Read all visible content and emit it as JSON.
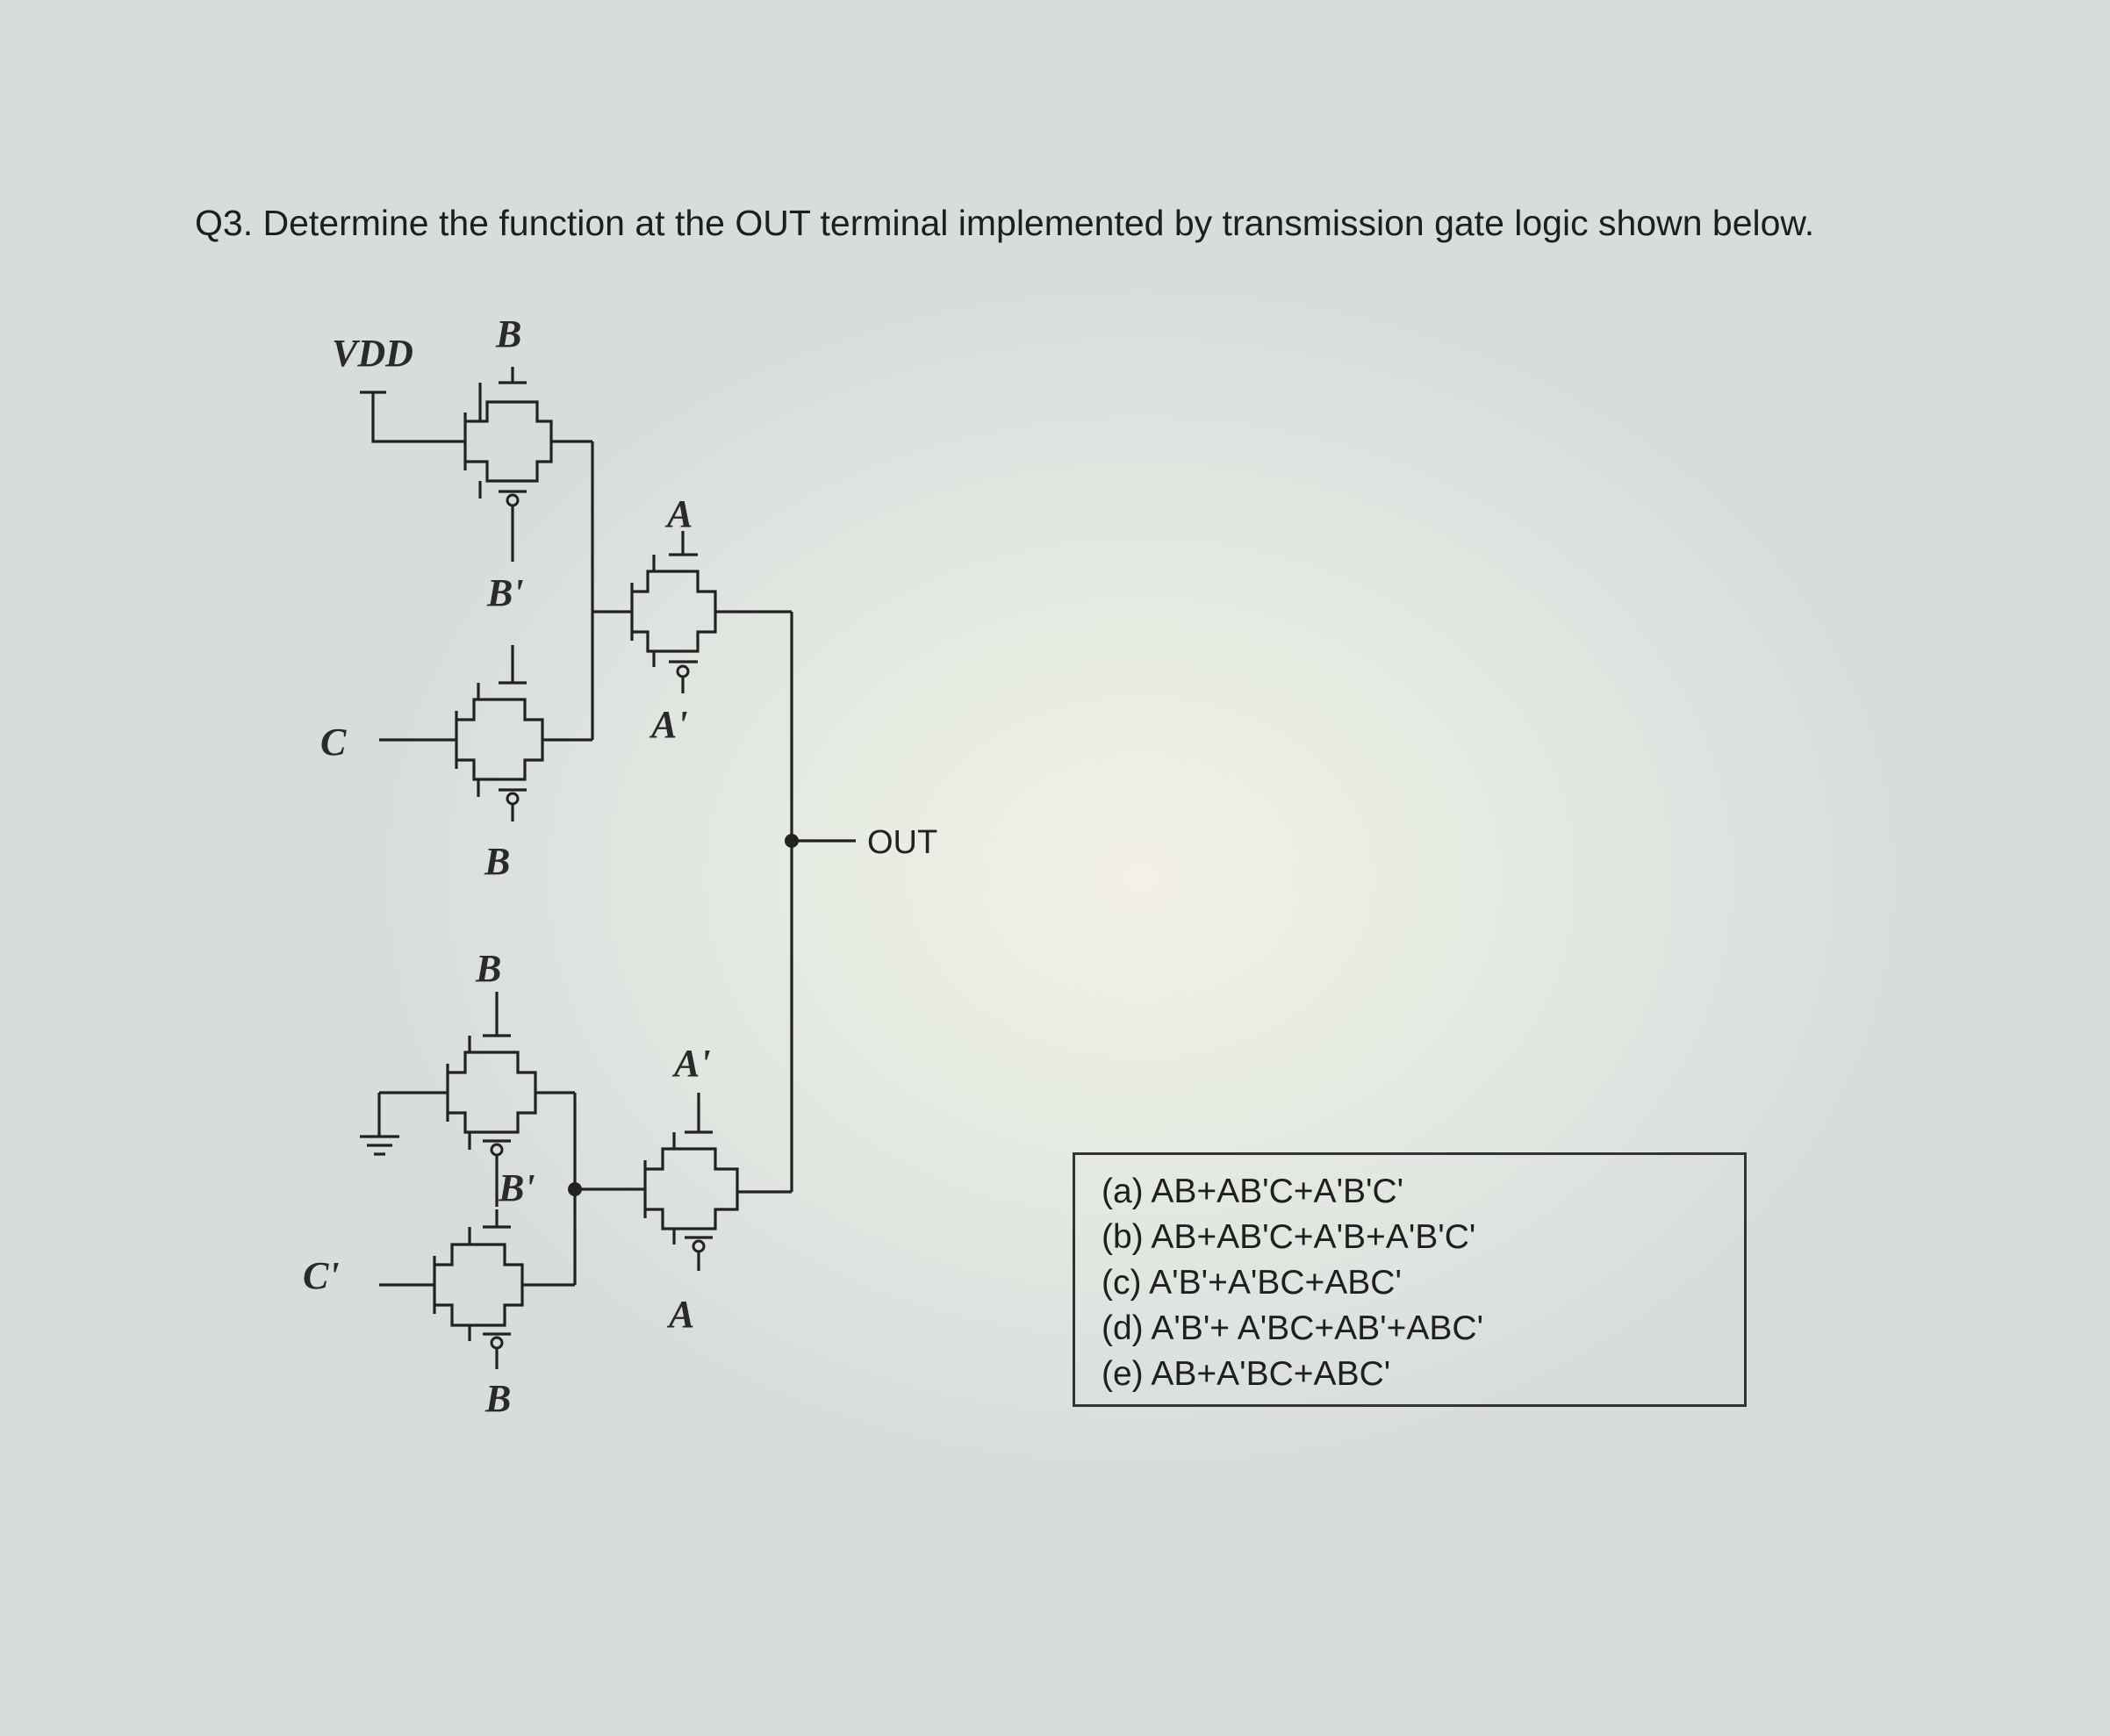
{
  "question": {
    "text": "Q3. Determine the function at the OUT terminal implemented by transmission gate logic shown below."
  },
  "diagram": {
    "labels": {
      "vdd": "VDD",
      "b_top": "B",
      "b_prime_top": "B'",
      "c": "C",
      "b_mid": "B",
      "a_top": "A",
      "a_prime_top": "A'",
      "out": "OUT",
      "b_lower": "B",
      "a_prime_lower": "A'",
      "b_prime_lower": "B'",
      "c_prime": "C'",
      "a_lower": "A",
      "b_bottom": "B"
    }
  },
  "answers": {
    "options": [
      "(a) AB+AB'C+A'B'C'",
      "(b) AB+AB'C+A'B+A'B'C'",
      "(c) A'B'+A'BC+ABC'",
      "(d) A'B'+ A'BC+AB'+ABC'",
      "(e) AB+A'BC+ABC'"
    ]
  }
}
